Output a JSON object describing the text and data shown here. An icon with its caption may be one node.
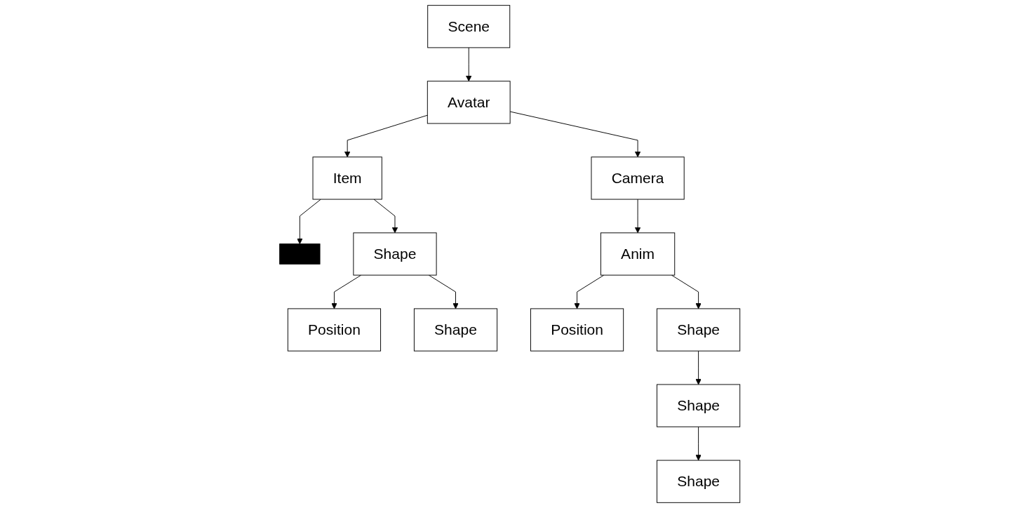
{
  "diagram": {
    "nodes": [
      {
        "text": [
          "Scene"
        ]
      },
      {
        "text": [
          "Avatar"
        ]
      },
      {
        "text": [
          "Item"
        ]
      },
      {
        "text": [],
        "shape": "box"
      },
      {
        "text": [
          "Camera"
        ]
      },
      {
        "text": [
          "Anim"
        ]
      },
      {
        "text": [
          "Position"
        ]
      },
      {
        "text": [
          "Shape"
        ]
      },
      {
        "text": [
          "Position"
        ]
      },
      {
        "text": [
          "Shape"
        ]
      },
      {
        "text": [
          "Shape"
        ]
      },
      {
        "text": [
          "Shape"
        ]
      },
      {
        "text": [
          "Shape"
        ]
      }
    ],
    "edges": [
      {
        "from": 0,
        "to": 1,
        "arrow": "to"
      },
      {
        "from": 1,
        "to": 2,
        "arrow": "to"
      },
      {
        "from": 2,
        "to": 3,
        "arrow": "to"
      },
      {
        "from": 1,
        "to": 4,
        "arrow": "to"
      },
      {
        "from": 4,
        "to": 5,
        "arrow": "to"
      },
      {
        "from": 5,
        "to": 6,
        "arrow": "to"
      },
      {
        "from": 2,
        "to": 7,
        "arrow": "to"
      },
      {
        "from": 7,
        "to": 8,
        "arrow": "to"
      },
      {
        "from": 5,
        "to": 9,
        "arrow": "to"
      },
      {
        "from": 7,
        "to": 10,
        "arrow": "to"
      },
      {
        "from": 9,
        "to": 11,
        "arrow": "to"
      },
      {
        "from": 11,
        "to": 12,
        "arrow": "to"
      }
    ]
  }
}
